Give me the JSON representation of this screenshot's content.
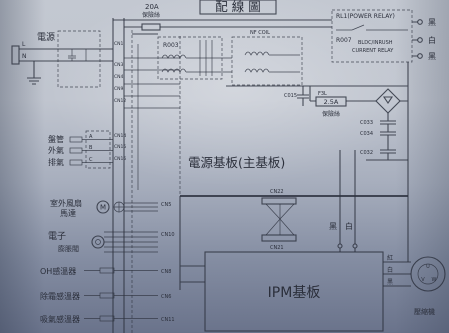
{
  "title": "配線圖",
  "power": {
    "label": "電源",
    "l": "L",
    "n": "N"
  },
  "main_fuse": {
    "rating": "20A",
    "label": "保險絲"
  },
  "nf_coil": {
    "label": "NF COIL",
    "resistor": "R003"
  },
  "relay": {
    "name": "RL1(POWER RELAY)",
    "resistor": "R007",
    "line1": "BLDC/INRUSH",
    "line2": "CURRENT RELAY"
  },
  "output_wires": [
    "黑",
    "白",
    "黑"
  ],
  "capacitor_c015": "C015",
  "aux_fuse": {
    "id": "F3L",
    "rating": "2.5A",
    "label": "保險絲"
  },
  "capacitors": [
    "C033",
    "C034",
    "C032"
  ],
  "main_board": {
    "label": "電源基板(主基板)"
  },
  "connectors": {
    "upper": [
      "CN1",
      "CN3",
      "CN4",
      "CN9",
      "CN12"
    ],
    "sensor": [
      "CN14",
      "CN15",
      "CN16"
    ]
  },
  "board_link": {
    "top": "CN22",
    "bottom": "CN21",
    "wires": [
      "黑",
      "白"
    ]
  },
  "ipm_board": {
    "label": "IPM基板",
    "wires": [
      "紅",
      "白",
      "黑"
    ]
  },
  "compressor": {
    "label": "壓縮機",
    "terminals": [
      "U",
      "V",
      "W"
    ]
  },
  "upper_sensors": [
    {
      "label": "盤管",
      "pin": "A"
    },
    {
      "label": "外氣",
      "pin": "B"
    },
    {
      "label": "排氣",
      "pin": "C"
    }
  ],
  "fan_motor": {
    "label1": "室外風扇",
    "label2": "馬達",
    "symbol": "M",
    "connector": "CN5"
  },
  "expansion_valve": {
    "label1": "電子",
    "label2": "膨脹閥",
    "connector": "CN10"
  },
  "lower_sensors": [
    {
      "label": "OH感溫器",
      "connector": "CN8"
    },
    {
      "label": "除霜感溫器",
      "connector": "CN6"
    },
    {
      "label": "吸氣感溫器",
      "connector": "CN11"
    }
  ],
  "colors": {
    "ink": "#2e3240",
    "panel_light": "#c3c8d1",
    "panel_dark": "#6a738b"
  }
}
